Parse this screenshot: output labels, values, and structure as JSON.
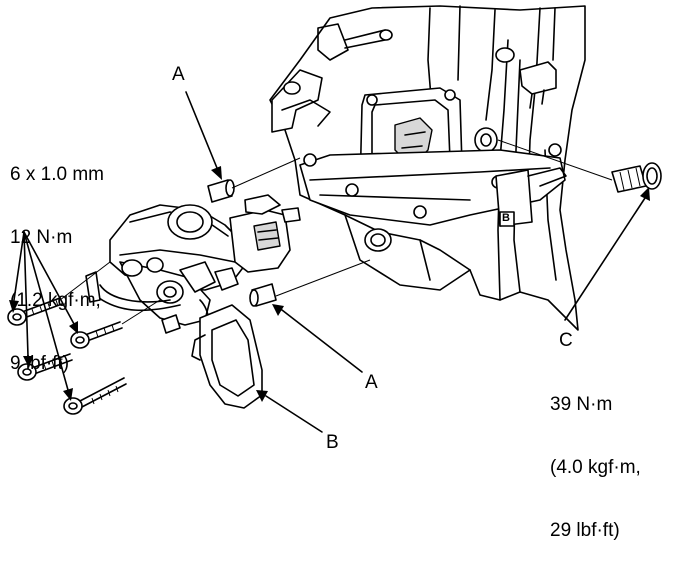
{
  "diagram": {
    "callouts": {
      "bolt_spec": [
        "6 x 1.0 mm",
        "12 N·m",
        "(1.2 kgf·m,",
        "9 lbf·ft)"
      ],
      "a_top": "A",
      "a_bottom": "A",
      "b": "B",
      "c": "C",
      "c_spec": [
        "39 N·m",
        "(4.0 kgf·m,",
        "29 lbf·ft)"
      ],
      "bracket_mark": "B"
    }
  }
}
